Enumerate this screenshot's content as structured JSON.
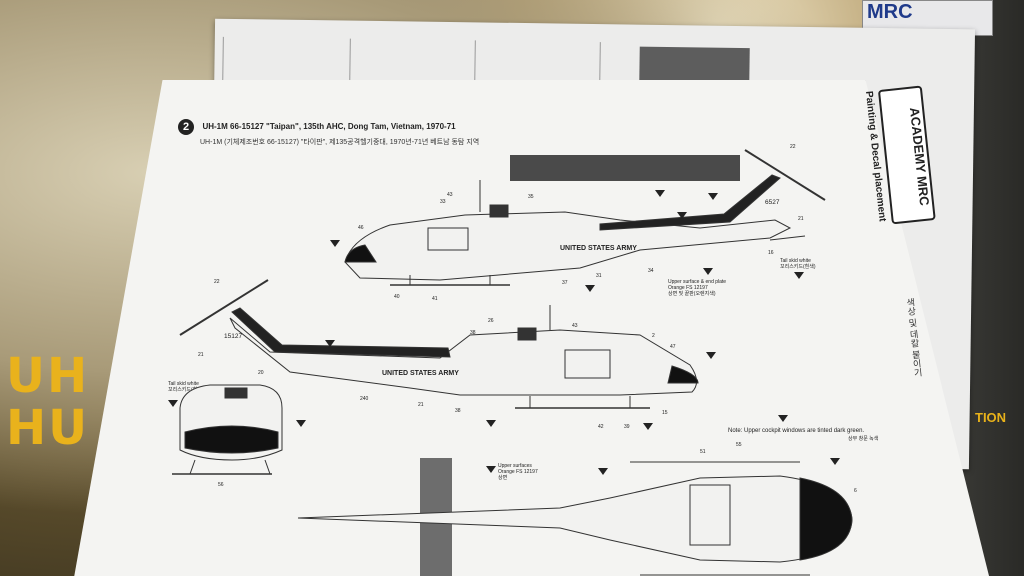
{
  "background_box": {
    "brand": "MRC",
    "title_left": "UH",
    "title_left2": "HU",
    "right_edge_text": "TION"
  },
  "decal_sheet": {
    "brand_logo": "ACADEMY MRC",
    "side_heading": "Painting & Decal placement",
    "side_heading_ko": "색상 및 데칼 붙이기",
    "step_number": "2",
    "title_en": "UH-1M 66-15127 \"Taipan\", 135th AHC, Dong Tam, Vietnam, 1970-71",
    "title_ko": "UH-1M (기체제조번호 66-15127) \"타이판\", 제135공격헬기중대, 1970년-71년 베트남 동탐 지역",
    "fuselage_text": "UNITED STATES ARMY",
    "tail_number": "15127",
    "tail_number_side1": "6527",
    "tail_skid_label": "Tail skid white",
    "tail_skid_label_ko": "꼬리스키드(흰색)",
    "upper_surface_note": "Upper surface & end plate",
    "upper_surface_color": "Orange FS 12197",
    "upper_surface_note_ko": "상면 및 끝판(오렌지색)",
    "upper_surfaces_note": "Upper surfaces",
    "upper_surfaces_color": "Orange FS 12197",
    "upper_surfaces_ko": "상면",
    "cockpit_note": "Note: Upper cockpit windows are tinted dark green.",
    "cockpit_note_ko": "상부 창문 녹색",
    "part_numbers_side1": [
      "43",
      "33",
      "35",
      "22",
      "46",
      "40",
      "41",
      "37",
      "31",
      "34",
      "16",
      "21"
    ],
    "part_numbers_side2": [
      "22",
      "21",
      "26",
      "38",
      "43",
      "2",
      "47",
      "20",
      "240",
      "21",
      "38",
      "42",
      "39",
      "15"
    ],
    "part_numbers_front": [
      "56"
    ],
    "part_numbers_top": [
      "55",
      "51",
      "6"
    ]
  }
}
